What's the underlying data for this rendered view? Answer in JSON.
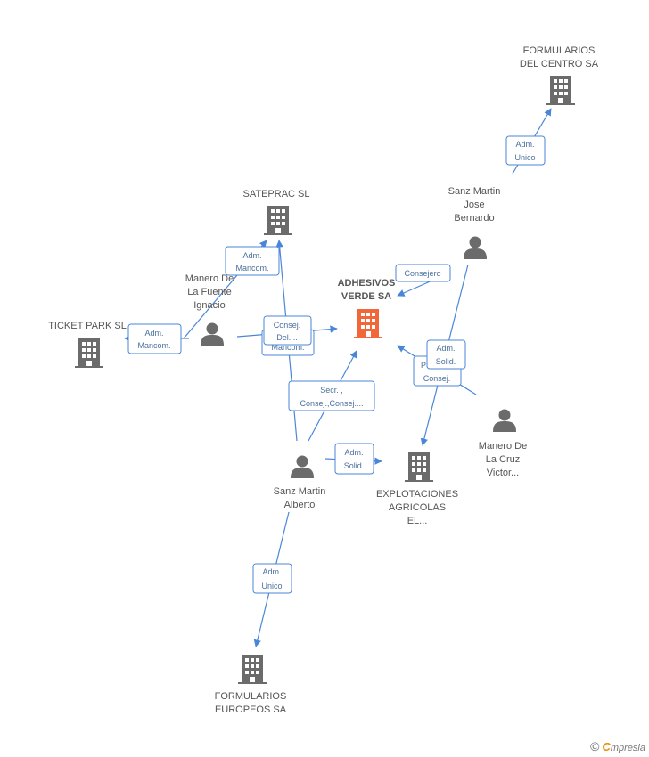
{
  "colors": {
    "edge": "#4a86d8",
    "company": "#6b6b6b",
    "main_company": "#f2673a",
    "person": "#6b6b6b"
  },
  "nodes": {
    "formularios_centro": {
      "type": "company",
      "lines": [
        "FORMULARIOS",
        "DEL CENTRO SA"
      ]
    },
    "sateprac": {
      "type": "company",
      "lines": [
        "SATEPRAC SL"
      ]
    },
    "sanz_jose": {
      "type": "person",
      "lines": [
        "Sanz Martin",
        "Jose",
        "Bernardo"
      ]
    },
    "adhesivos": {
      "type": "main",
      "lines": [
        "ADHESIVOS",
        "VERDE SA"
      ]
    },
    "manero_ignacio": {
      "type": "person",
      "lines": [
        "Manero De",
        "La Fuente",
        "Ignacio"
      ]
    },
    "ticket_park": {
      "type": "company",
      "lines": [
        "TICKET PARK SL"
      ]
    },
    "manero_victor": {
      "type": "person",
      "lines": [
        "Manero De",
        "La Cruz",
        "Victor..."
      ]
    },
    "sanz_alberto": {
      "type": "person",
      "lines": [
        "Sanz Martin",
        "Alberto"
      ]
    },
    "explotaciones": {
      "type": "company",
      "lines": [
        "EXPLOTACIONES",
        "AGRICOLAS",
        "EL..."
      ]
    },
    "formularios_europeos": {
      "type": "company",
      "lines": [
        "FORMULARIOS",
        "EUROPEOS SA"
      ]
    }
  },
  "edge_labels": {
    "adm_unico_top": [
      "Adm.",
      "Unico"
    ],
    "adm_mancom_sateprac": [
      "Adm.",
      "Mancom."
    ],
    "consejero": [
      "Consejero"
    ],
    "adm_mancom_ticket": [
      "Adm.",
      "Mancom."
    ],
    "mancom_behind": [
      "Mancom."
    ],
    "consej_del": [
      "Consej.",
      "Del...."
    ],
    "p_consej": [
      "P",
      "Consej."
    ],
    "adm_solid_jose": [
      "Adm.",
      "Solid."
    ],
    "secr_consej": [
      "Secr. ,",
      "Consej.,Consej...."
    ],
    "adm_solid_alberto": [
      "Adm.",
      "Solid."
    ],
    "adm_unico_bottom": [
      "Adm.",
      "Unico"
    ]
  },
  "footer": {
    "copyright": "©",
    "brand_first": "C",
    "brand_rest": "mpresia"
  }
}
